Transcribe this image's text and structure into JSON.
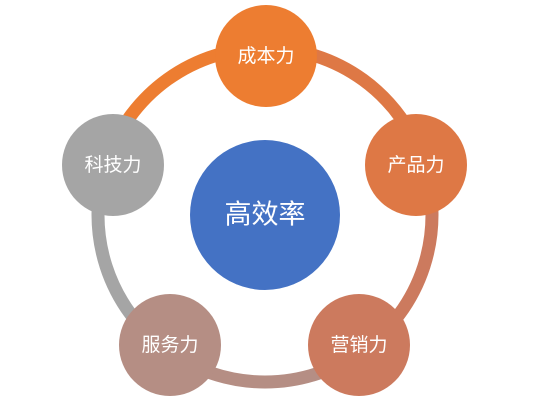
{
  "center": {
    "label": "高效率",
    "color": "#4472C4"
  },
  "nodes": [
    {
      "label": "成本力",
      "color": "#ED7D31"
    },
    {
      "label": "产品力",
      "color": "#DE7845"
    },
    {
      "label": "营销力",
      "color": "#CC7A5E"
    },
    {
      "label": "服务力",
      "color": "#B58E84"
    },
    {
      "label": "科技力",
      "color": "#A5A5A5"
    }
  ]
}
